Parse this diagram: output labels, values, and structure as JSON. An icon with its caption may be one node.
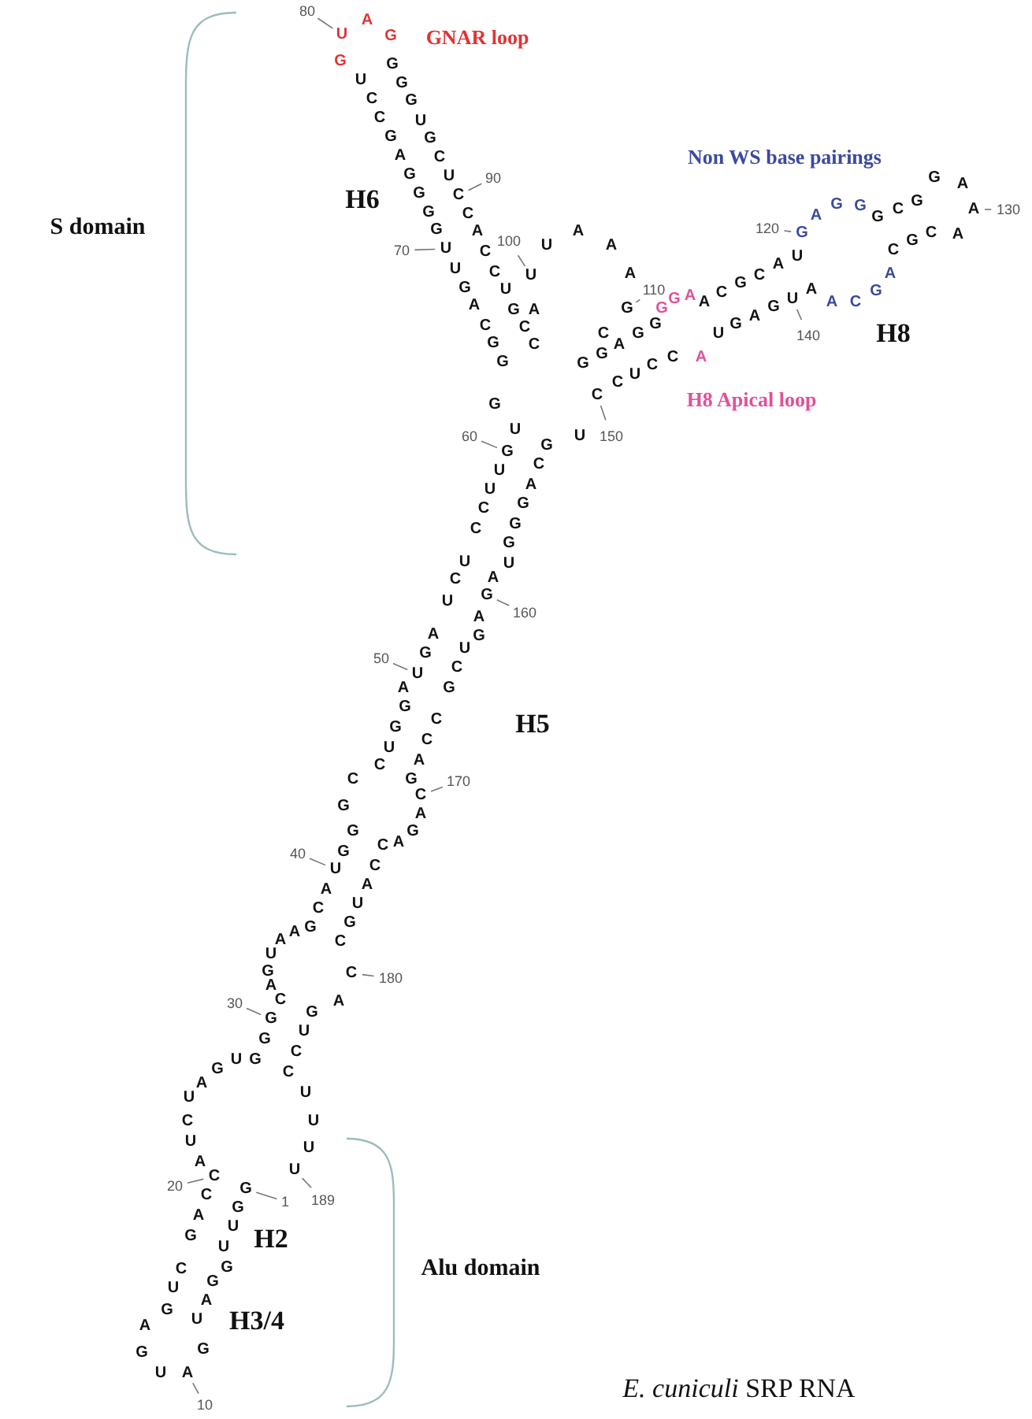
{
  "diagram": {
    "caption": "*E. cuniculi* SRP RNA",
    "labels": [
      "80",
      "U",
      "A",
      "G",
      "GNAR loop",
      "G",
      "G",
      "U",
      "G",
      "C",
      "G",
      "C",
      "U",
      "G",
      "G",
      "A",
      "C",
      "Non WS base pairings",
      "G",
      "U",
      "90",
      "G",
      "A",
      "H6",
      "G",
      "G",
      "C",
      "C",
      "A",
      "G",
      "G",
      "G",
      "C",
      "G",
      "A",
      "130",
      "S domain",
      "70",
      "G",
      "U",
      "A",
      "C",
      "100",
      "U",
      "A",
      "A",
      "120",
      "U",
      "G",
      "C",
      "G",
      "C",
      "A",
      "U",
      "C",
      "U",
      "A",
      "C",
      "A",
      "A",
      "G",
      "A",
      "U",
      "G",
      "A",
      "G",
      "110",
      "G",
      "G",
      "A",
      "A",
      "C",
      "G",
      "A",
      "G",
      "U",
      "A",
      "A",
      "C",
      "G",
      "C",
      "C",
      "C",
      "G",
      "G",
      "U",
      "G",
      "140",
      "H8",
      "G",
      "C",
      "A",
      "G",
      "G",
      "G",
      "C",
      "C",
      "A",
      "U",
      "C",
      "G",
      "C",
      "H8 Apical loop",
      "60",
      "U",
      "U",
      "150",
      "G",
      "G",
      "U",
      "C",
      "U",
      "A",
      "C",
      "G",
      "C",
      "G",
      "G",
      "U",
      "U",
      "C",
      "A",
      "U",
      "G",
      "A",
      "160",
      "A",
      "G",
      "50",
      "G",
      "U",
      "U",
      "C",
      "A",
      "G",
      "G",
      "G",
      "C",
      "H5",
      "C",
      "U",
      "C",
      "A",
      "C",
      "G",
      "170",
      "C",
      "G",
      "A",
      "G",
      "G",
      "40",
      "G",
      "C",
      "A",
      "U",
      "C",
      "A",
      "A",
      "C",
      "U",
      "A",
      "G",
      "G",
      "A",
      "C",
      "U",
      "G",
      "C",
      "180",
      "A",
      "30",
      "C",
      "A",
      "G",
      "G",
      "U",
      "G",
      "C",
      "U",
      "G",
      "G",
      "C",
      "A",
      "U",
      "U",
      "C",
      "U",
      "U",
      "U",
      "A",
      "C",
      "U",
      "20",
      "C",
      "G",
      "G",
      "1",
      "189",
      "A",
      "U",
      "G",
      "H2",
      "U",
      "C",
      "G",
      "Alu domain",
      "U",
      "G",
      "A",
      "G",
      "A",
      "U",
      "H3/4",
      "G",
      "G",
      "U",
      "A",
      "10"
    ]
  }
}
